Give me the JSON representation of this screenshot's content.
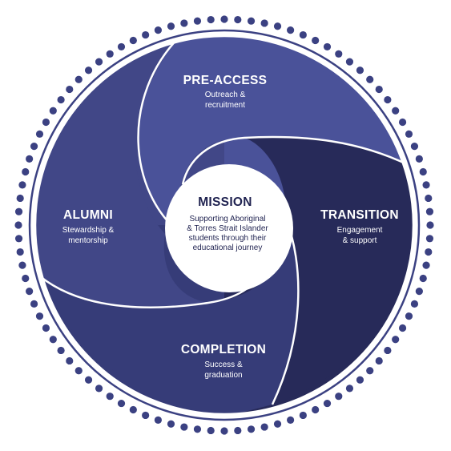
{
  "colors": {
    "pre_access": "#4a5299",
    "transition": "#272a59",
    "completion": "#363c78",
    "alumni": "#414787",
    "ring_dots": "#3b4182",
    "ring_line": "#3b4182",
    "center_fill": "#ffffff",
    "divider": "#ffffff"
  },
  "segments": [
    {
      "key": "pre_access",
      "title": "PRE-ACCESS",
      "lines": [
        "Outreach &",
        "recruitment"
      ]
    },
    {
      "key": "transition",
      "title": "TRANSITION",
      "lines": [
        "Engagement",
        "& support"
      ]
    },
    {
      "key": "completion",
      "title": "COMPLETION",
      "lines": [
        "Success &",
        "graduation"
      ]
    },
    {
      "key": "alumni",
      "title": "ALUMNI",
      "lines": [
        "Stewardship &",
        "mentorship"
      ]
    }
  ],
  "mission": {
    "title": "MISSION",
    "lines": [
      "Supporting Aboriginal",
      "& Torres Strait Islander",
      "students through their",
      "educational journey"
    ]
  }
}
